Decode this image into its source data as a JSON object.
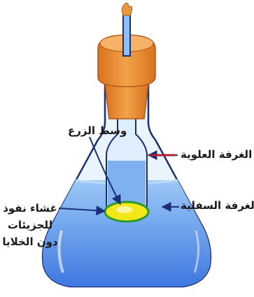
{
  "labels": {
    "growth_medium": "وسط الزرع",
    "upper_chamber": "الغرفة العلوية",
    "lower_chamber": "الغرفة السفلية",
    "membrane": "غشاء نفوذ للجزيئات دون الخلايا"
  },
  "colors": {
    "glass_outline": "#1b2f7a",
    "liquid": "#3e78e0",
    "liquid_light": "#8fc0f5",
    "stopper": "#e0862a",
    "membrane_fill": "#f2e818",
    "membrane_edge": "#2d9a2d",
    "arrow": "#1b2f7a",
    "pointer_red": "#b11f3a"
  }
}
